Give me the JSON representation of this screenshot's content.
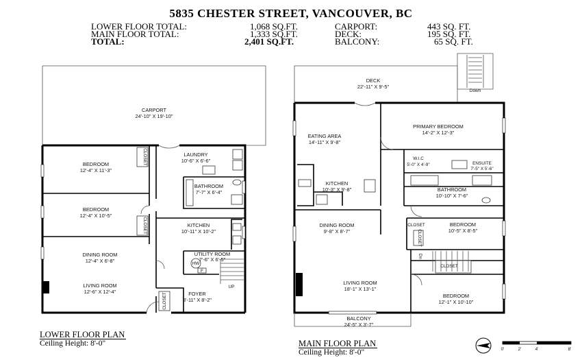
{
  "header": {
    "address": "5835 CHESTER STREET, VANCOUVER, BC",
    "stats_left": [
      {
        "label": "LOWER FLOOR TOTAL:",
        "value": "1,068 SQ.FT.",
        "bold": false
      },
      {
        "label": "MAIN FLOOR TOTAL:",
        "value": "1,333 SQ.FT.",
        "bold": false
      },
      {
        "label": "TOTAL:",
        "value": "2,401 SQ.FT.",
        "bold": true
      }
    ],
    "stats_right": [
      {
        "label": "CARPORT:",
        "value": "443 SQ. FT."
      },
      {
        "label": "DECK:",
        "value": "195 SQ. FT."
      },
      {
        "label": "BALCONY:",
        "value": "65 SQ. FT."
      }
    ]
  },
  "lower_floor": {
    "title": "LOWER FLOOR PLAN",
    "ceiling": "Ceiling Height: 8'-0\"",
    "rooms": [
      {
        "name": "CARPORT",
        "dims": "24'-10\" X 19'-10\""
      },
      {
        "name": "BEDROOM",
        "dims": "12'-4\" X 11'-3\""
      },
      {
        "name": "LAUNDRY",
        "dims": "10'-6\" X 6'-6\""
      },
      {
        "name": "BATHROOM",
        "dims": "7'-7\" X 6'-4\""
      },
      {
        "name": "BEDROOM",
        "dims": "12'-4\" X 10'-5\""
      },
      {
        "name": "KITCHEN",
        "dims": "10'-11\" X 10'-2\""
      },
      {
        "name": "DINING ROOM",
        "dims": "12'-4\" X 6'-8\""
      },
      {
        "name": "UTILITY ROOM",
        "dims": "7'-6\" X 6'-5\""
      },
      {
        "name": "LIVING ROOM",
        "dims": "12'-6\" X 12'-4\""
      },
      {
        "name": "FOYER",
        "dims": "8'-11\" X 8'-2\""
      }
    ],
    "tags": {
      "closet": "CLOSET",
      "hw": "HW",
      "f": "F",
      "up": "UP"
    }
  },
  "main_floor": {
    "title": "MAIN FLOOR PLAN",
    "ceiling": "Ceiling Height: 8'-0\"",
    "rooms": [
      {
        "name": "DECK",
        "dims": "22'-11\" X 9'-5\""
      },
      {
        "name": "EATING AREA",
        "dims": "14'-11\" X 9'-8\""
      },
      {
        "name": "PRIMARY BEDROOM",
        "dims": "14'-2\" X 12'-3\""
      },
      {
        "name": "W.I.C",
        "dims": "5'-0\" X 4'-9\""
      },
      {
        "name": "ENSUITE",
        "dims": "7'-5\" X 5'-6\""
      },
      {
        "name": "KITCHEN",
        "dims": "10'-3\" X 9'-8\""
      },
      {
        "name": "BATHROOM",
        "dims": "10'-10\" X 7'-6\""
      },
      {
        "name": "DINING ROOM",
        "dims": "9'-8\" X 8'-7\""
      },
      {
        "name": "BEDROOM",
        "dims": "10'-5\" X 8'-5\""
      },
      {
        "name": "LIVING ROOM",
        "dims": "18'-1\" X 13'-1\""
      },
      {
        "name": "BEDROOM",
        "dims": "12'-1\" X 10'-10\""
      },
      {
        "name": "BALCONY",
        "dims": "24'-5\" X 3'-7\""
      }
    ],
    "tags": {
      "closet": "CLOSET",
      "down": "Down",
      "dn": "Dn"
    }
  },
  "scale": {
    "ticks": [
      "0'",
      "2'",
      "4'",
      "8'"
    ]
  },
  "colors": {
    "wall": "#000000",
    "fixture": "#555555"
  }
}
